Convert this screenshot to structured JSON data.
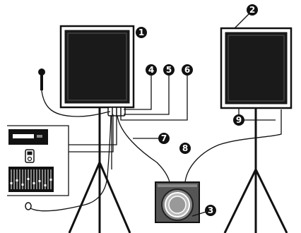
{
  "callouts": [
    {
      "label": "1",
      "target": "speaker-left"
    },
    {
      "label": "2",
      "target": "speaker-right"
    },
    {
      "label": "3",
      "target": "monitor-amp"
    },
    {
      "label": "4",
      "target": "speaker-left-input-jack"
    },
    {
      "label": "5",
      "target": "speaker-left-input-jack"
    },
    {
      "label": "6",
      "target": "speaker-left-input-jack"
    },
    {
      "label": "7",
      "target": "cable-to-monitor"
    },
    {
      "label": "8",
      "target": "cable-to-right-speaker"
    },
    {
      "label": "9",
      "target": "right-speaker-cable"
    }
  ],
  "colors": {
    "ink": "#111111",
    "speaker_panel": "#1a1a1a",
    "background": "#ffffff"
  },
  "icons": [
    "microphone-icon",
    "mixer-rack-icon",
    "media-player-icon",
    "mixing-console-icon",
    "footswitch-icon"
  ]
}
